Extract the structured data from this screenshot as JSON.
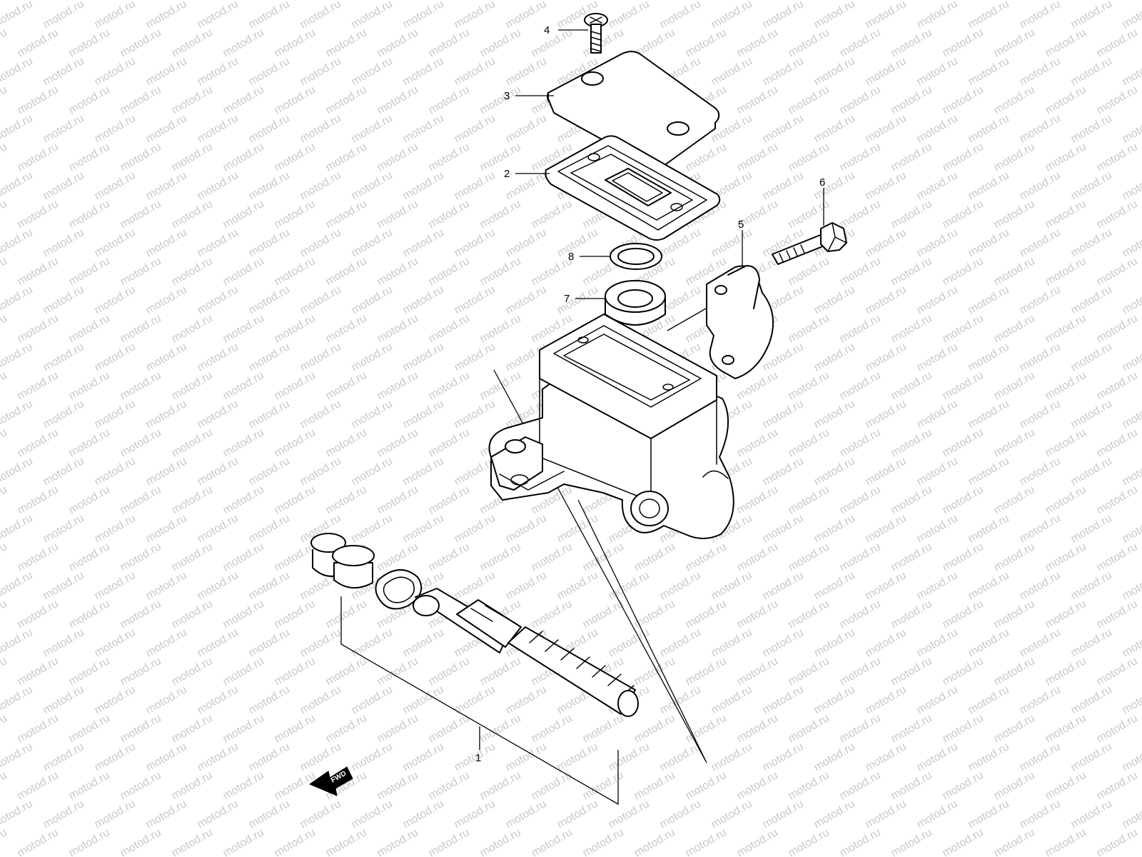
{
  "watermark": {
    "text": "motod.ru",
    "color": "#c9c9c9"
  },
  "callouts": [
    {
      "id": "1",
      "label": "1"
    },
    {
      "id": "2",
      "label": "2"
    },
    {
      "id": "3",
      "label": "3"
    },
    {
      "id": "4",
      "label": "4"
    },
    {
      "id": "5",
      "label": "5"
    },
    {
      "id": "6",
      "label": "6"
    },
    {
      "id": "7",
      "label": "7"
    },
    {
      "id": "8",
      "label": "8"
    }
  ],
  "direction_marker": {
    "label": "FWD",
    "icon": "fwd-arrow-icon"
  },
  "colors": {
    "line": "#000000",
    "background": "#ffffff"
  }
}
